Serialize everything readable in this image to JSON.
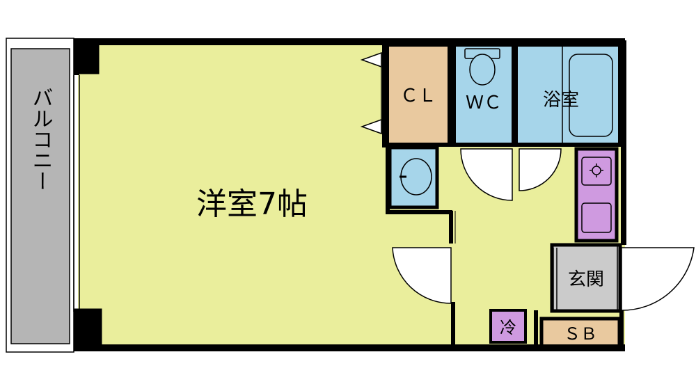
{
  "rooms": {
    "western_room": "洋室7帖",
    "closet": "ＣＬ",
    "toilet": "ＷＣ",
    "bathroom": "浴室",
    "entrance": "玄関",
    "shoe_box": "ＳＢ",
    "fridge": "冷",
    "balcony": "バルコニー"
  },
  "colors": {
    "floor": "#eaee9c",
    "closet": "#e9c99f",
    "water": "#a6d5ea",
    "kitchen": "#cf9ae0",
    "entrance": "#cbcbcb",
    "shoe_box": "#e9c99f",
    "balcony": "#b5b5b5",
    "wall": "#000000"
  },
  "icons": {
    "toilet": "toilet-fixture-icon",
    "bathtub": "bathtub-icon",
    "sink": "washbasin-icon",
    "stove": "gas-stove-icon"
  }
}
